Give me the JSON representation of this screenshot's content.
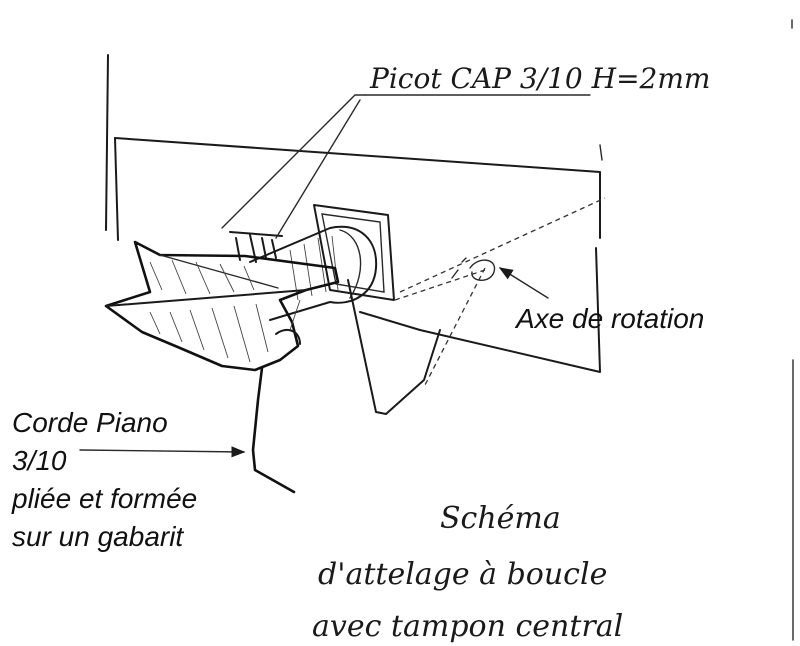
{
  "labels": {
    "picot": "Picot CAP 3/10  H=2mm",
    "axe": "Axe de rotation",
    "corde_line1": "Corde Piano",
    "corde_line2": "3/10",
    "corde_line3": "pliée et formée",
    "corde_line4": "sur un gabarit"
  },
  "title": {
    "line1": "Schéma",
    "line2": "d'attelage à boucle",
    "line3": "avec tampon central"
  },
  "colors": {
    "ink": "#1a1a1a",
    "paper": "#ffffff"
  }
}
